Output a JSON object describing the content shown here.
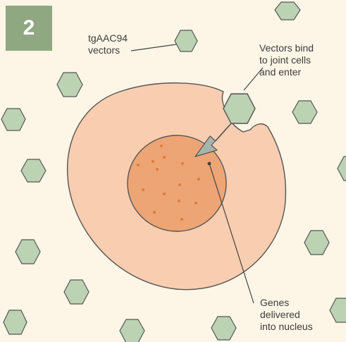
{
  "step_number": "2",
  "labels": {
    "vectors": "tgAAC94\nvectors",
    "bind": "Vectors bind\nto joint cells\nand enter",
    "genes": "Genes\ndelivered\ninto nucleus"
  },
  "colors": {
    "background": "#fdf5e6",
    "badge": "#8fa882",
    "cell": "#f8cdb0",
    "nucleus": "#eea575",
    "dots": "#e07a3c",
    "vector_fill": "#bcd3b3",
    "vector_stroke": "#555555",
    "arrow_fill": "#a6b5ac",
    "line": "#444444"
  },
  "icons": {
    "vector": "hexagon",
    "entry_arrow": "arrow-down-left"
  }
}
